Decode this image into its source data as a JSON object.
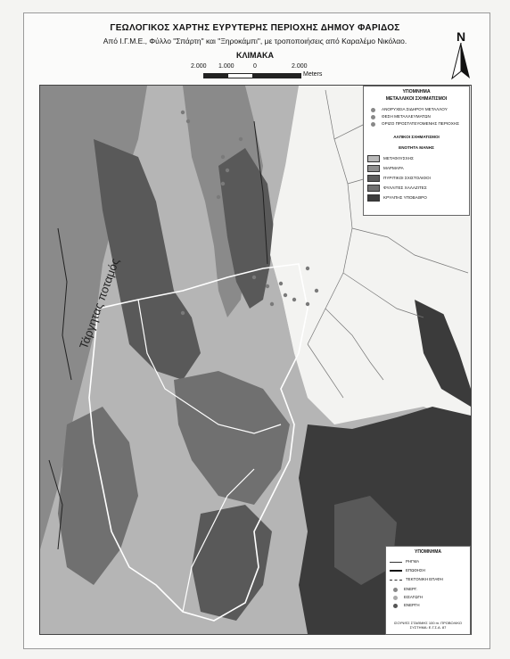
{
  "title": "ΓΕΩΛΟΓΙΚΟΣ ΧΑΡΤΗΣ ΕΥΡΥΤΕΡΗΣ ΠΕΡΙΟΧΗΣ ΔΗΜΟΥ ΦΑΡΙΔΟΣ",
  "subtitle": "Από Ι.Γ.Μ.Ε., Φύλλο \"Σπάρτη\" και \"Ξηροκάμπι\", με τροποποιήσεις από Καραλέμο Νικόλαο.",
  "scale": {
    "label": "ΚΛΙΜΑΚΑ",
    "ticks": [
      "2.000",
      "1.000",
      "0",
      "2.000"
    ],
    "unit": "Meters"
  },
  "north_label": "N",
  "river_label": "Τάργητας ποταμός",
  "legend_top": {
    "heading": "ΥΠΟΜΝΗΜΑ",
    "section_mining": "ΜΕΤΑΛΛΙΚΟΙ ΣΧΗΜΑΤΙΣΜΟΙ",
    "mining_items": [
      "ΑΝΟΡΥΧΕΙΑ ΣΙΔΗΡΟΥ ΜΕΤΑΛΛΟΥ",
      "ΘΕΣΗ ΜΕΤΑΛΛΕΥΜΑΤΩΝ",
      "ΟΡΙΖΟ ΠΡΟΣΤΑΤΕΥΟΜΕΝΗΣ ΠΕΡΙΟΧΗΣ"
    ],
    "section_alluvial": "ΑΛΠΙΚΟΙ ΣΧΗΜΑΤΙΣΜΟΙ",
    "section_units": "ΕΝΟΤΗΤΑ ΜΑΝΗΣ",
    "units": [
      {
        "label": "ΜΕΤΑΦΛΥΣΧΗΣ",
        "color": "#b8b8b8"
      },
      {
        "label": "ΜΑΡΜΑΡΑ",
        "color": "#8e8e8e"
      },
      {
        "label": "ΠΥΡΙΤΙΚΟΙ ΣΧΙΣΤΟΛΙΘΟΙ",
        "color": "#5c5c5c"
      },
      {
        "label": "ΦΥΛΛΙΤΕΣ ΧΑΛΑΖΙΤΕΣ",
        "color": "#707070"
      },
      {
        "label": "ΚΡΥΑΠΗΣ ΥΠΟΒΑΘΡΟ",
        "color": "#3d3d3d"
      }
    ]
  },
  "legend_bottom": {
    "heading": "ΥΠΟΜΝΗΜΑ",
    "items": [
      {
        "label": "ΡΗΓΜΑ",
        "kind": "line-thin"
      },
      {
        "label": "ΕΠΩΘΗΣΗ",
        "kind": "line-thick"
      },
      {
        "label": "ΤΕΚΤΟΝΙΚΗ ΕΠΑΦΗ",
        "kind": "line-dash"
      },
      {
        "label": "ΕΝΕΡΓ.",
        "kind": "dot"
      },
      {
        "label": "ΕΙΣΑΓΩΓΗ",
        "kind": "dot"
      },
      {
        "label": "ΕΝΕΡΓΗ",
        "kind": "dot"
      }
    ],
    "note": "ΙΣΟΫΨΕΣ ΣΤΑΘΜΗΣ 100 m. ΠΡΟΒΟΛΙΚΟ ΣΥΣΤΗΜΑ: Ε.Γ.Σ.Α. 87"
  },
  "colors": {
    "lowland": "#f3f3f1",
    "light_gray": "#b5b5b5",
    "mid_gray": "#8a8a8a",
    "dark_gray": "#595959",
    "very_dark": "#3b3b3b",
    "river": "#777777",
    "boundary": "#ffffff",
    "well_dot": "#7a7a7a"
  }
}
